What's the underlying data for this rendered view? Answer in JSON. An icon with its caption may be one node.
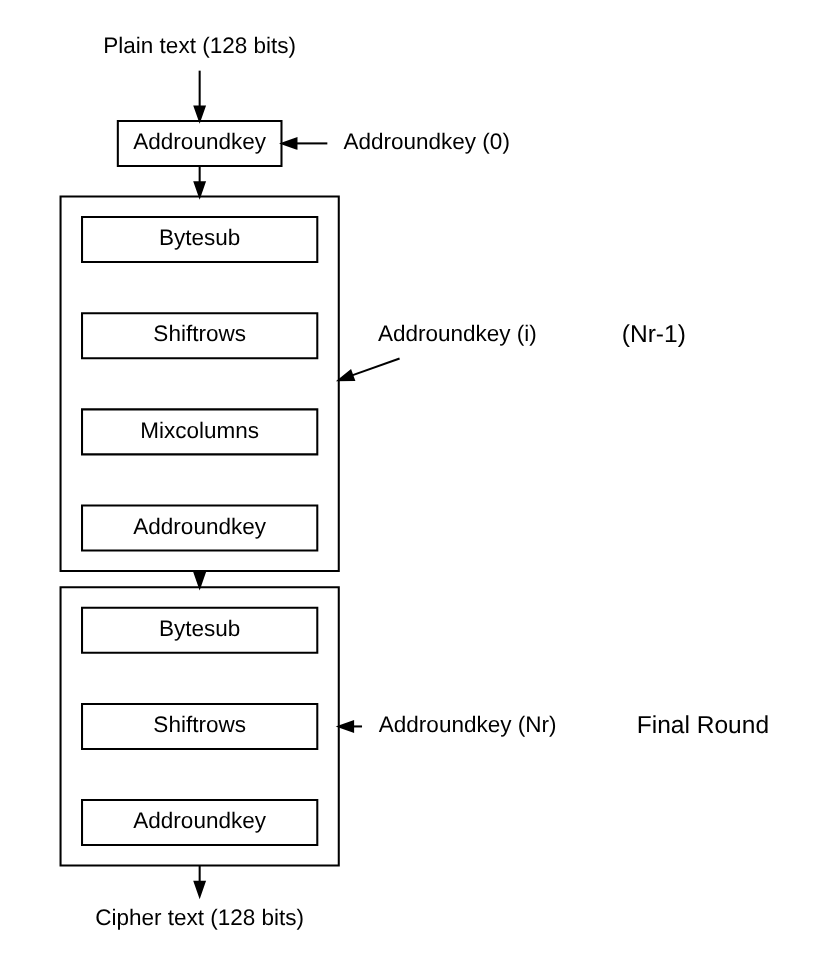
{
  "diagram": {
    "nodes": [
      {
        "text": [
          "Plain text (128 bits)"
        ]
      },
      {
        "text": [
          "Addroundkey (0)"
        ]
      },
      {
        "text": [
          "Addroundkey"
        ]
      },
      {
        "text": [],
        "shape": "box"
      },
      {
        "text": [
          "Bytesub"
        ],
        "in": 3
      },
      {
        "text": [
          "Shiftrows"
        ],
        "in": 3
      },
      {
        "text": [
          "Mixcolumns"
        ],
        "in": 3
      },
      {
        "text": [
          "Addroundkey"
        ],
        "in": 3
      },
      {
        "text": [
          "Addroundkey (i)"
        ]
      },
      {
        "text": [],
        "shape": "box"
      },
      {
        "text": [
          "Bytesub"
        ],
        "in": 9
      },
      {
        "text": [
          "Shiftrows"
        ],
        "in": 9
      },
      {
        "text": [
          "Addroundkey"
        ],
        "in": 9
      },
      {
        "text": [
          "Addroundkey (Nr)"
        ]
      },
      {
        "text": [
          "Cipher text (128 bits)"
        ]
      }
    ],
    "edges": [
      {
        "from": 0,
        "to": 2,
        "arrow": "to"
      },
      {
        "from": 1,
        "to": 2,
        "arrow": "to"
      },
      {
        "from": 2,
        "to": 3,
        "arrow": "to"
      },
      {
        "from": 8,
        "to": 3,
        "arrow": "to"
      },
      {
        "from": 3,
        "to": 9,
        "arrow": "to"
      },
      {
        "from": 13,
        "to": 9,
        "arrow": "to"
      },
      {
        "from": 9,
        "to": 14,
        "arrow": "to"
      }
    ],
    "labels": [
      "(Nr-1)",
      "Final Round"
    ]
  }
}
